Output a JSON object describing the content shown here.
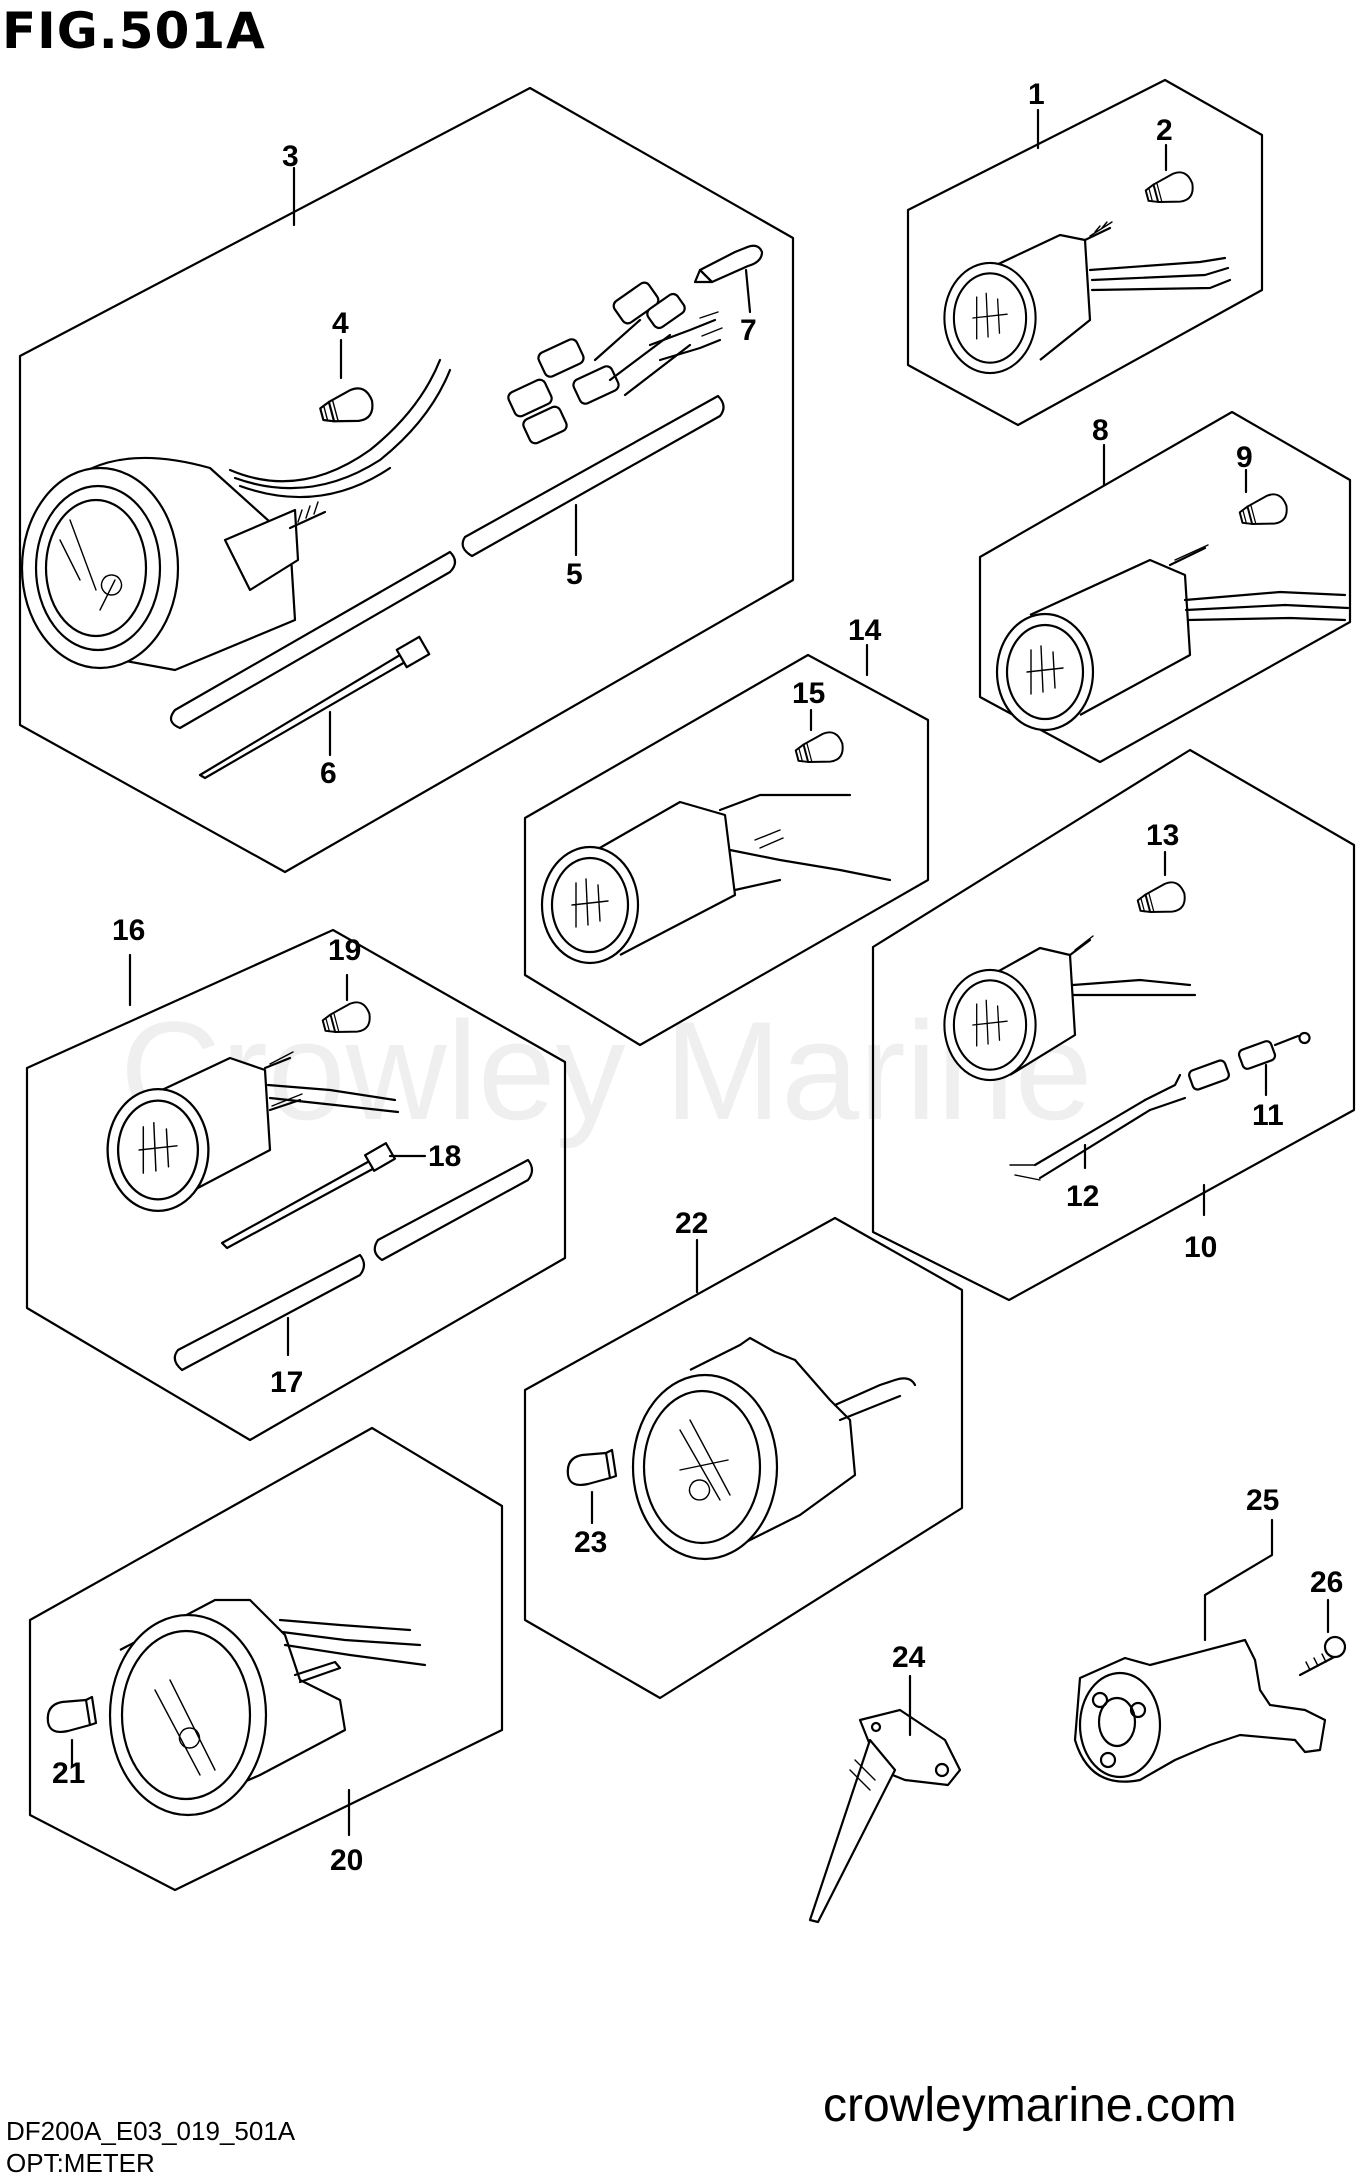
{
  "figure": {
    "title": "FIG.501A",
    "watermark": "Crowley Marine",
    "website": "crowleymarine.com",
    "drawing_code": "DF200A_E03_019_501A",
    "subtitle": "OPT:METER"
  },
  "callouts": [
    "1",
    "2",
    "3",
    "4",
    "5",
    "6",
    "7",
    "8",
    "9",
    "10",
    "11",
    "12",
    "13",
    "14",
    "15",
    "16",
    "17",
    "18",
    "19",
    "20",
    "21",
    "22",
    "23",
    "24",
    "25",
    "26"
  ],
  "parts": [
    {
      "ref": "meter-kit",
      "callout": "3"
    },
    {
      "ref": "tachometer",
      "callout": "1"
    },
    {
      "ref": "trim-meter",
      "callout": "8"
    },
    {
      "ref": "fuel-meter",
      "callout": "14"
    },
    {
      "ref": "water-pressure-meter",
      "callout": "10"
    },
    {
      "ref": "speedometer",
      "callout": "16"
    },
    {
      "ref": "multi-meter",
      "callout": "22"
    },
    {
      "ref": "large-meter",
      "callout": "20"
    },
    {
      "ref": "pitot-tube",
      "callout": "24"
    },
    {
      "ref": "sensor-bracket",
      "callout": "25"
    }
  ],
  "colors": {
    "line": "#000000",
    "background": "#ffffff"
  }
}
